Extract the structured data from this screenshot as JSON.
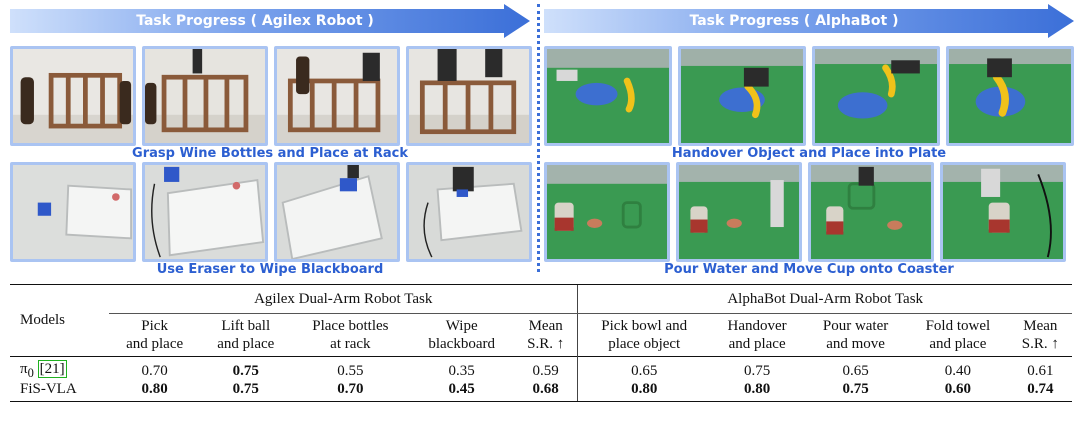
{
  "figure": {
    "left_panel": {
      "banner": "Task Progress ( Agilex Robot )",
      "captions": [
        "Grasp Wine Bottles and Place at Rack",
        "Use Eraser to Wipe Blackboard"
      ]
    },
    "right_panel": {
      "banner": "Task Progress ( AlphaBot  )",
      "captions": [
        "Handover Object and Place into Plate",
        "Pour Water and Move Cup onto Coaster"
      ]
    },
    "colors": {
      "banner_blue": "#4a7ee0",
      "caption_blue": "#2c5fd1",
      "frame_blue": "#aac4f2",
      "table_green": "#3a9a52"
    }
  },
  "table": {
    "models_header": "Models",
    "group_agilex": "Agilex Dual-Arm Robot Task",
    "group_alphabot": "AlphaBot Dual-Arm Robot Task",
    "columns": [
      [
        "Pick",
        "and place"
      ],
      [
        "Lift ball",
        "and place"
      ],
      [
        "Place bottles",
        "at rack"
      ],
      [
        "Wipe",
        "blackboard"
      ],
      [
        "Mean",
        "S.R. ↑"
      ],
      [
        "Pick bowl and",
        "place object"
      ],
      [
        "Handover",
        "and place"
      ],
      [
        "Pour water",
        "and move"
      ],
      [
        "Fold towel",
        "and place"
      ],
      [
        "Mean",
        "S.R. ↑"
      ]
    ],
    "rows": [
      {
        "model": "π",
        "model_sub": "0",
        "citation": "21",
        "values": [
          "0.70",
          "0.75",
          "0.55",
          "0.35",
          "0.59",
          "0.65",
          "0.75",
          "0.65",
          "0.40",
          "0.61"
        ]
      },
      {
        "model": "FiS-VLA",
        "values": [
          "0.80",
          "0.75",
          "0.70",
          "0.45",
          "0.68",
          "0.80",
          "0.80",
          "0.75",
          "0.60",
          "0.74"
        ]
      }
    ]
  }
}
